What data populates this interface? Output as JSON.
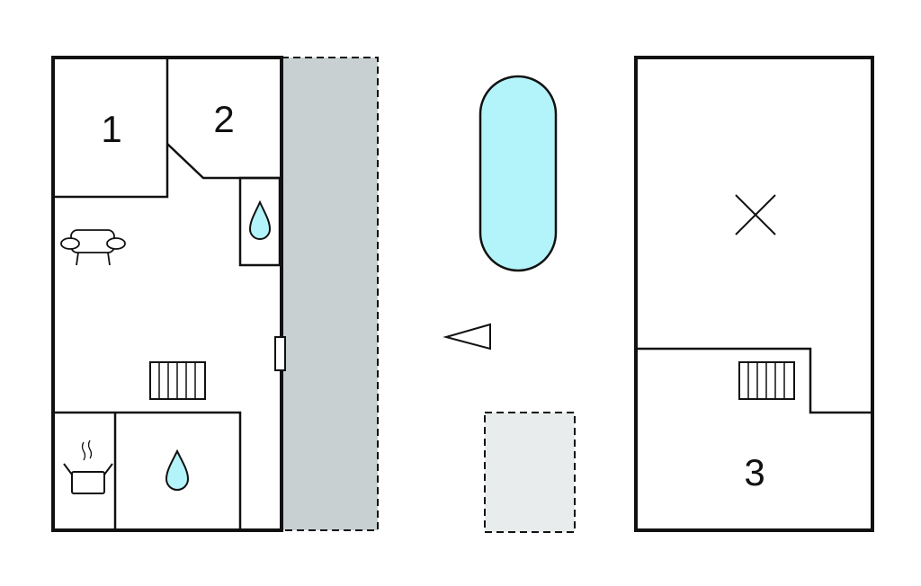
{
  "rooms": {
    "room1": "1",
    "room2": "2",
    "room3": "3"
  },
  "colors": {
    "water": "#b3f3fa",
    "terrace": "#c8d0d2",
    "parking": "#e8ecec",
    "wall": "#111111"
  },
  "icons": [
    "sofa-icon",
    "water-drop-icon",
    "stairs-icon",
    "cooking-pot-icon",
    "compass-arrow-icon",
    "bed-x-icon",
    "pool-icon"
  ]
}
